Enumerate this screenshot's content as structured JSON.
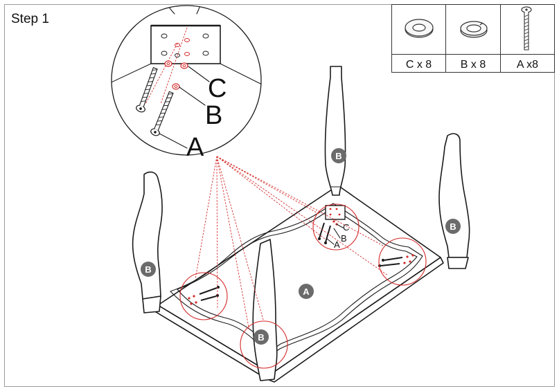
{
  "step_title": "Step 1",
  "parts_table": [
    {
      "icon": "washer-icon",
      "label": "C x 8"
    },
    {
      "icon": "spring-washer-icon",
      "label": "B x 8"
    },
    {
      "icon": "bolt-icon",
      "label": "A x8"
    }
  ],
  "callouts": {
    "a": "A",
    "b": "B",
    "c": "C"
  },
  "badges": {
    "leg": "B",
    "tabletop": "A"
  },
  "colors": {
    "line": "#1a1a1a",
    "highlight": "#d42a2a",
    "badge": "#6b6b6b"
  }
}
